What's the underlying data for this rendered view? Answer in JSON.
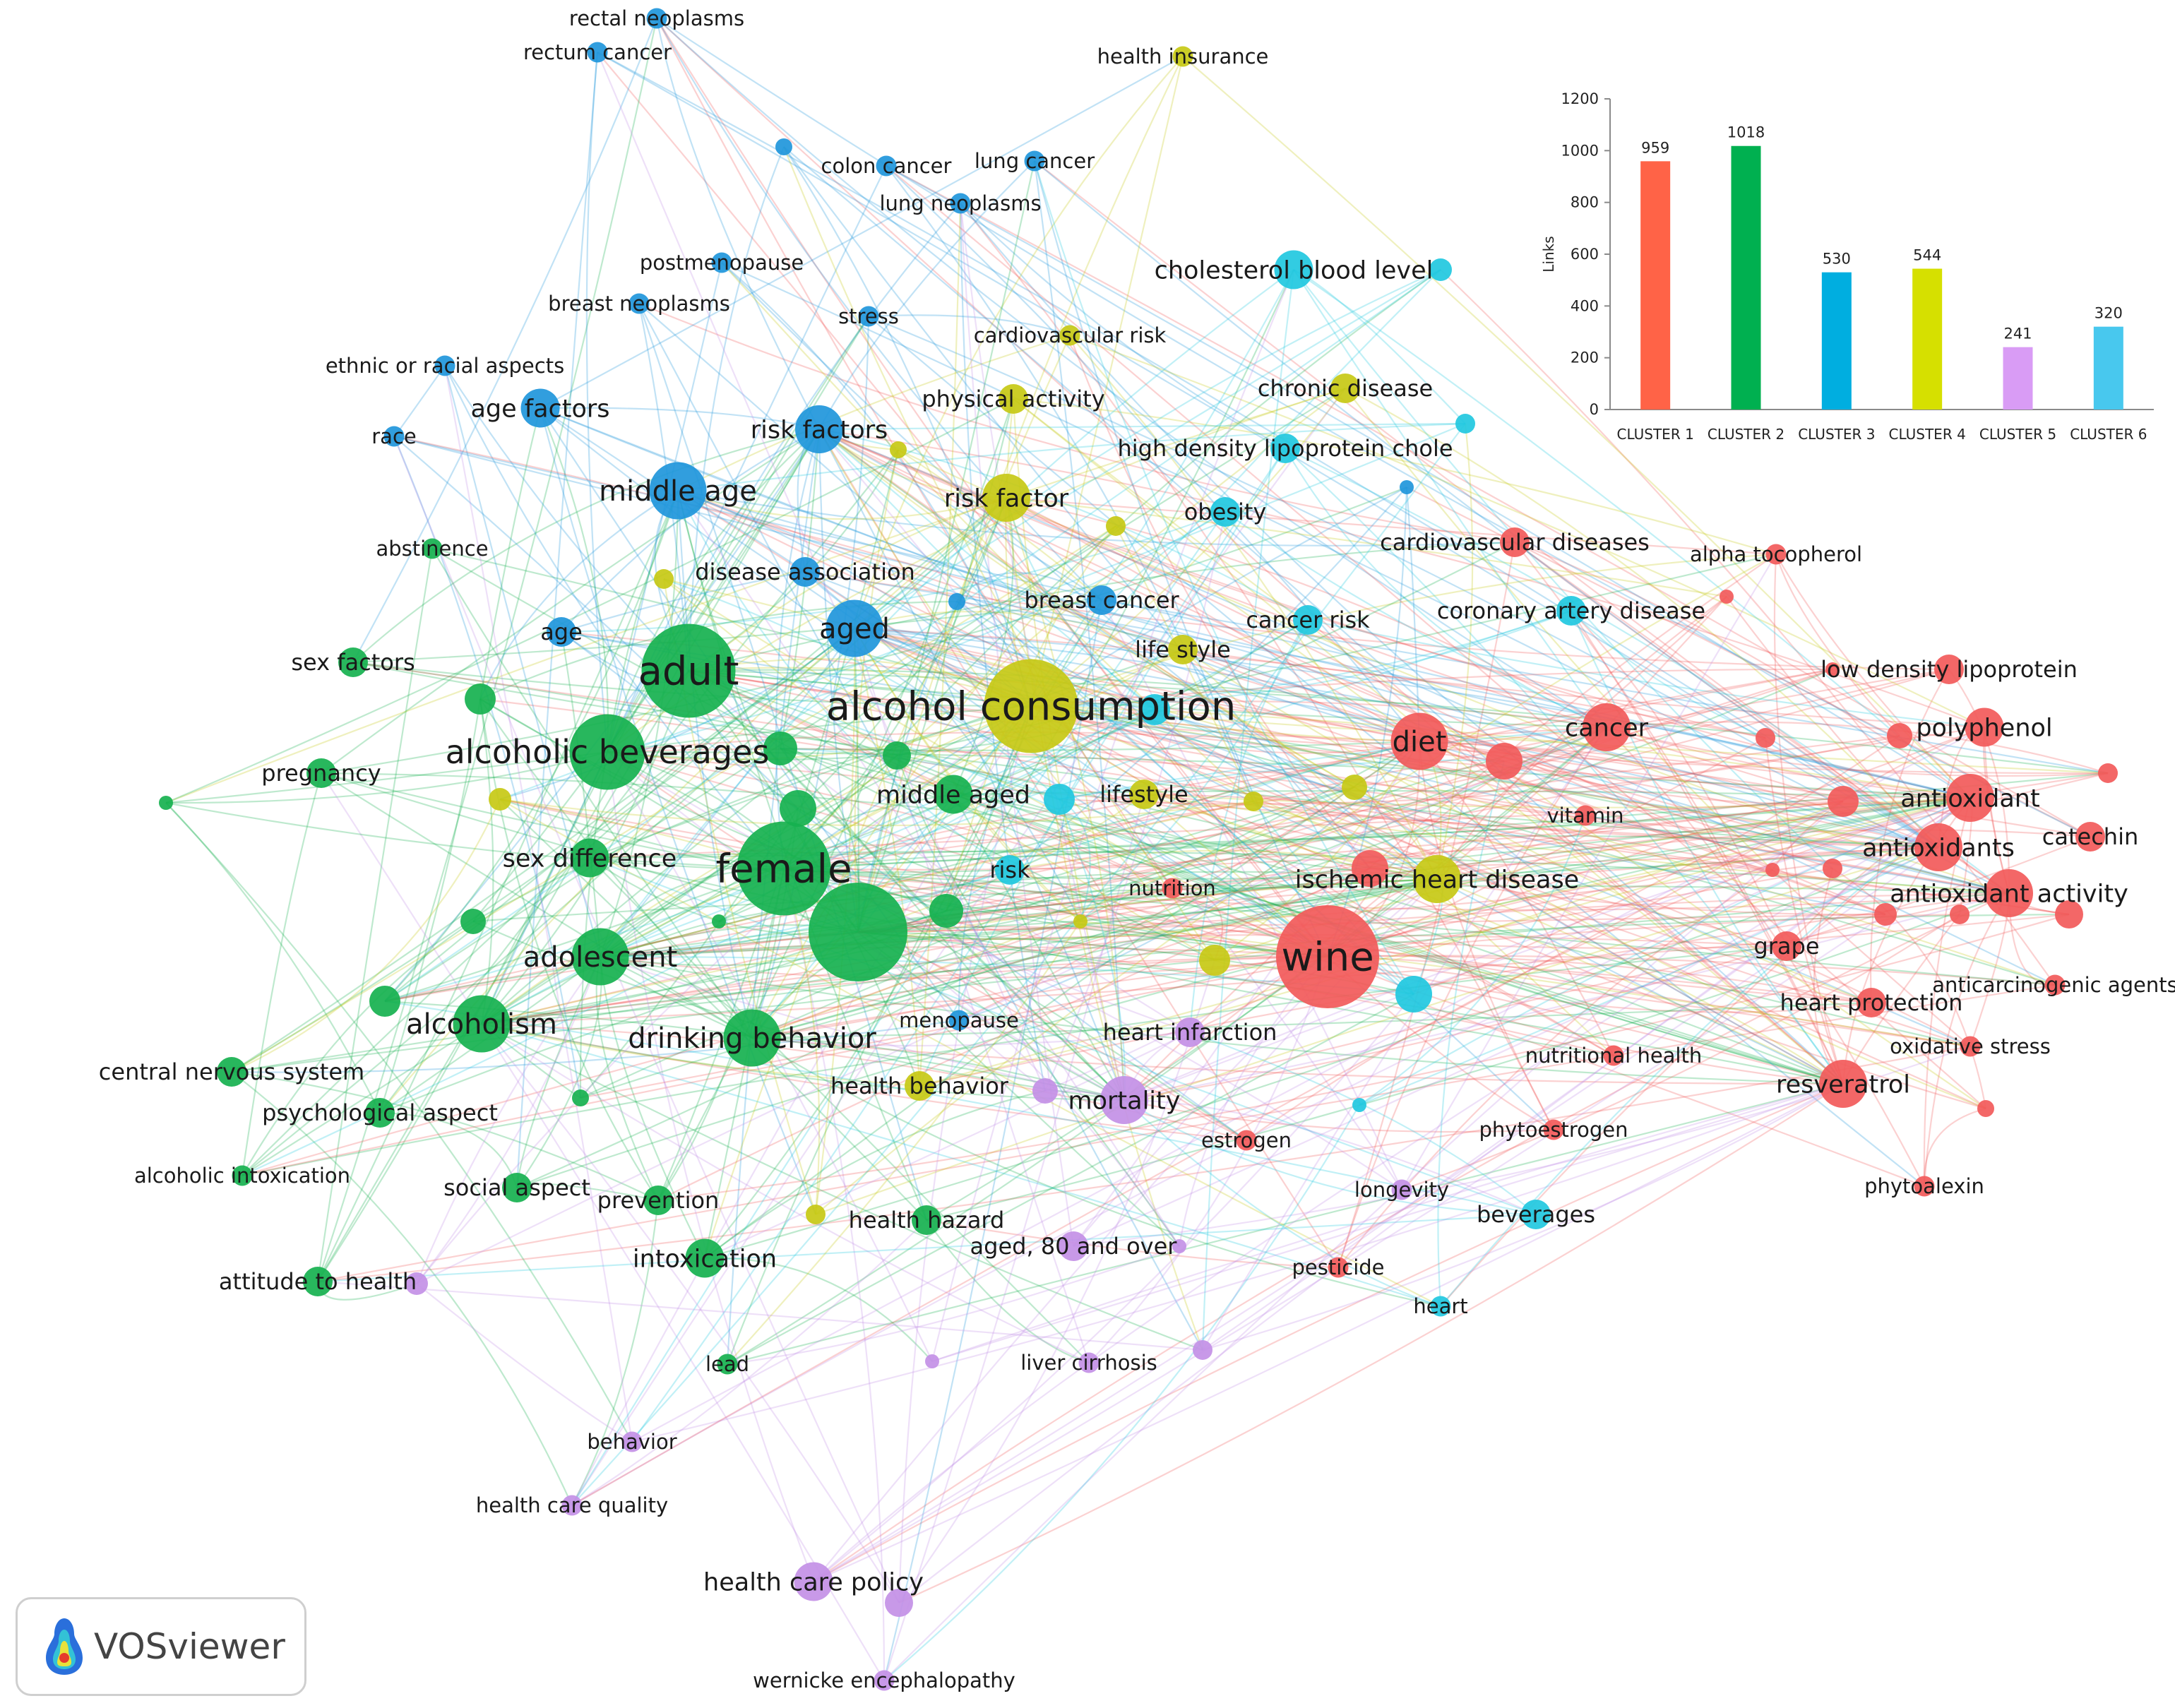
{
  "colors": {
    "1": "#f25a5a",
    "2": "#16b14f",
    "3": "#1f96db",
    "4": "#c7c915",
    "5": "#c390e6",
    "6": "#21c8df"
  },
  "nodes": [
    {
      "id": "wine",
      "label": "wine",
      "c": 1,
      "w": 10
    },
    {
      "id": "diet",
      "label": "diet",
      "c": 1,
      "w": 5
    },
    {
      "id": "cancer",
      "label": "cancer",
      "c": 1,
      "w": 4
    },
    {
      "id": "antioxidant",
      "label": "antioxidant",
      "c": 1,
      "w": 4
    },
    {
      "id": "antioxidants",
      "label": "antioxidants",
      "c": 1,
      "w": 4
    },
    {
      "id": "antioxidant-activity",
      "label": "antioxidant activity",
      "c": 1,
      "w": 4
    },
    {
      "id": "polyphenol",
      "label": "polyphenol",
      "c": 1,
      "w": 3
    },
    {
      "id": "resveratrol",
      "label": "resveratrol",
      "c": 1,
      "w": 4
    },
    {
      "id": "catechin",
      "label": "catechin",
      "c": 1,
      "w": 2
    },
    {
      "id": "grape",
      "label": "grape",
      "c": 1,
      "w": 2
    },
    {
      "id": "heart-protection",
      "label": "heart protection",
      "c": 1,
      "w": 2
    },
    {
      "id": "cardiovascular-diseases",
      "label": "cardiovascular diseases",
      "c": 1,
      "w": 2
    },
    {
      "id": "alpha-tocopherol",
      "label": "alpha tocopherol",
      "c": 1,
      "w": 1
    },
    {
      "id": "low-density-lipoprotein",
      "label": "low density lipoprotein",
      "c": 1,
      "w": 2
    },
    {
      "id": "vitamin",
      "label": "vitamin",
      "c": 1,
      "w": 1
    },
    {
      "id": "nutrition",
      "label": "nutrition",
      "c": 1,
      "w": 1
    },
    {
      "id": "nutritional-health",
      "label": "nutritional health",
      "c": 1,
      "w": 1
    },
    {
      "id": "phytoestrogen",
      "label": "phytoestrogen",
      "c": 1,
      "w": 1
    },
    {
      "id": "estrogen",
      "label": "estrogen",
      "c": 1,
      "w": 1
    },
    {
      "id": "pesticide",
      "label": "pesticide",
      "c": 1,
      "w": 1
    },
    {
      "id": "anticarcinogenic-agents",
      "label": "anticarcinogenic agents",
      "c": 1,
      "w": 1
    },
    {
      "id": "oxidative-stress",
      "label": "oxidative stress",
      "c": 1,
      "w": 1
    },
    {
      "id": "phytoalexin",
      "label": "phytoalexin",
      "c": 1,
      "w": 1
    },
    {
      "id": "female",
      "label": "female",
      "c": 2,
      "w": 9
    },
    {
      "id": "adult",
      "label": "adult",
      "c": 2,
      "w": 9
    },
    {
      "id": "alcoholic-beverages",
      "label": "alcoholic beverages",
      "c": 2,
      "w": 7
    },
    {
      "id": "middle-aged",
      "label": "middle aged",
      "c": 2,
      "w": 3
    },
    {
      "id": "sex-difference",
      "label": "sex difference",
      "c": 2,
      "w": 3
    },
    {
      "id": "adolescent",
      "label": "adolescent",
      "c": 2,
      "w": 5
    },
    {
      "id": "alcoholism",
      "label": "alcoholism",
      "c": 2,
      "w": 5
    },
    {
      "id": "drinking-behavior",
      "label": "drinking behavior",
      "c": 2,
      "w": 5
    },
    {
      "id": "sex-factors",
      "label": "sex factors",
      "c": 2,
      "w": 2
    },
    {
      "id": "pregnancy",
      "label": "pregnancy",
      "c": 2,
      "w": 2
    },
    {
      "id": "abstinence",
      "label": "abstinence",
      "c": 2,
      "w": 1
    },
    {
      "id": "central-nervous-system",
      "label": "central nervous system",
      "c": 2,
      "w": 2
    },
    {
      "id": "psychological-aspect",
      "label": "psychological aspect",
      "c": 2,
      "w": 2
    },
    {
      "id": "alcoholic-intoxication",
      "label": "alcoholic intoxication",
      "c": 2,
      "w": 1
    },
    {
      "id": "social-aspect",
      "label": "social aspect",
      "c": 2,
      "w": 2
    },
    {
      "id": "prevention",
      "label": "prevention",
      "c": 2,
      "w": 2
    },
    {
      "id": "intoxication",
      "label": "intoxication",
      "c": 2,
      "w": 3
    },
    {
      "id": "attitude-to-health",
      "label": "attitude to health",
      "c": 2,
      "w": 2
    },
    {
      "id": "health-hazard",
      "label": "health hazard",
      "c": 2,
      "w": 2
    },
    {
      "id": "lead",
      "label": "lead",
      "c": 2,
      "w": 1
    },
    {
      "id": "middle-age",
      "label": "middle age",
      "c": 3,
      "w": 5
    },
    {
      "id": "aged",
      "label": "aged",
      "c": 3,
      "w": 5
    },
    {
      "id": "risk-factors",
      "label": "risk factors",
      "c": 3,
      "w": 4
    },
    {
      "id": "age-factors",
      "label": "age factors",
      "c": 3,
      "w": 3
    },
    {
      "id": "age",
      "label": "age",
      "c": 3,
      "w": 2
    },
    {
      "id": "ethnic-or-racial-aspects",
      "label": "ethnic or racial aspects",
      "c": 3,
      "w": 1
    },
    {
      "id": "race",
      "label": "race",
      "c": 3,
      "w": 1
    },
    {
      "id": "breast-neoplasms",
      "label": "breast neoplasms",
      "c": 3,
      "w": 1
    },
    {
      "id": "postmenopause",
      "label": "postmenopause",
      "c": 3,
      "w": 1
    },
    {
      "id": "colon-cancer",
      "label": "colon cancer",
      "c": 3,
      "w": 1
    },
    {
      "id": "lung-cancer",
      "label": "lung cancer",
      "c": 3,
      "w": 1
    },
    {
      "id": "lung-neoplasms",
      "label": "lung neoplasms",
      "c": 3,
      "w": 1
    },
    {
      "id": "rectum-cancer",
      "label": "rectum cancer",
      "c": 3,
      "w": 1
    },
    {
      "id": "rectal-neoplasms",
      "label": "rectal neoplasms",
      "c": 3,
      "w": 1
    },
    {
      "id": "stress",
      "label": "stress",
      "c": 3,
      "w": 1
    },
    {
      "id": "breast-cancer",
      "label": "breast cancer",
      "c": 3,
      "w": 2
    },
    {
      "id": "disease-association",
      "label": "disease association",
      "c": 3,
      "w": 2
    },
    {
      "id": "menopause",
      "label": "menopause",
      "c": 3,
      "w": 1
    },
    {
      "id": "alcohol-consumption",
      "label": "alcohol consumption",
      "c": 4,
      "w": 9
    },
    {
      "id": "risk-factor",
      "label": "risk factor",
      "c": 4,
      "w": 4
    },
    {
      "id": "ischemic-heart-disease",
      "label": "ischemic heart disease",
      "c": 4,
      "w": 4
    },
    {
      "id": "physical-activity",
      "label": "physical activity",
      "c": 4,
      "w": 2
    },
    {
      "id": "cardiovascular-risk",
      "label": "cardiovascular risk",
      "c": 4,
      "w": 1
    },
    {
      "id": "chronic-disease",
      "label": "chronic disease",
      "c": 4,
      "w": 2
    },
    {
      "id": "life-style",
      "label": "life style",
      "c": 4,
      "w": 2
    },
    {
      "id": "lifestyle",
      "label": "lifestyle",
      "c": 4,
      "w": 2
    },
    {
      "id": "health-insurance",
      "label": "health insurance",
      "c": 4,
      "w": 1
    },
    {
      "id": "health-behavior",
      "label": "health behavior",
      "c": 4,
      "w": 2
    },
    {
      "id": "mortality",
      "label": "mortality",
      "c": 5,
      "w": 4
    },
    {
      "id": "heart-infarction",
      "label": "heart infarction",
      "c": 5,
      "w": 2
    },
    {
      "id": "aged-80-and-over",
      "label": "aged, 80 and over",
      "c": 5,
      "w": 2
    },
    {
      "id": "liver-cirrhosis",
      "label": "liver cirrhosis",
      "c": 5,
      "w": 1
    },
    {
      "id": "behavior",
      "label": "behavior",
      "c": 5,
      "w": 1
    },
    {
      "id": "health-care-quality",
      "label": "health care quality",
      "c": 5,
      "w": 1
    },
    {
      "id": "health-care-policy",
      "label": "health care policy",
      "c": 5,
      "w": 3
    },
    {
      "id": "wernicke-encephalopathy",
      "label": "wernicke encephalopathy",
      "c": 5,
      "w": 1
    },
    {
      "id": "longevity",
      "label": "longevity",
      "c": 5,
      "w": 1
    },
    {
      "id": "cholesterol-blood-level",
      "label": "cholesterol blood level",
      "c": 6,
      "w": 3
    },
    {
      "id": "high-density-lipoprotein-chole",
      "label": "high density lipoprotein chole",
      "c": 6,
      "w": 2
    },
    {
      "id": "obesity",
      "label": "obesity",
      "c": 6,
      "w": 2
    },
    {
      "id": "cancer-risk",
      "label": "cancer risk",
      "c": 6,
      "w": 2
    },
    {
      "id": "coronary-artery-disease",
      "label": "coronary artery disease",
      "c": 6,
      "w": 2
    },
    {
      "id": "risk",
      "label": "risk",
      "c": 6,
      "w": 2
    },
    {
      "id": "beverages",
      "label": "beverages",
      "c": 6,
      "w": 2
    },
    {
      "id": "heart",
      "label": "heart",
      "c": 6,
      "w": 1
    }
  ],
  "chart_data": {
    "type": "bar",
    "categories": [
      "CLUSTER 1",
      "CLUSTER 2",
      "CLUSTER 3",
      "CLUSTER 4",
      "CLUSTER 5",
      "CLUSTER 6"
    ],
    "values": [
      959,
      1018,
      530,
      544,
      241,
      320
    ],
    "colors": [
      "#ff6347",
      "#00b050",
      "#00aee0",
      "#d6e000",
      "#d99cf5",
      "#48c8ee"
    ],
    "ylabel": "Links",
    "ylim": [
      0,
      1200
    ],
    "yticks": [
      0,
      200,
      400,
      600,
      800,
      1000,
      1200
    ]
  },
  "logo": {
    "text": "VOSviewer"
  }
}
